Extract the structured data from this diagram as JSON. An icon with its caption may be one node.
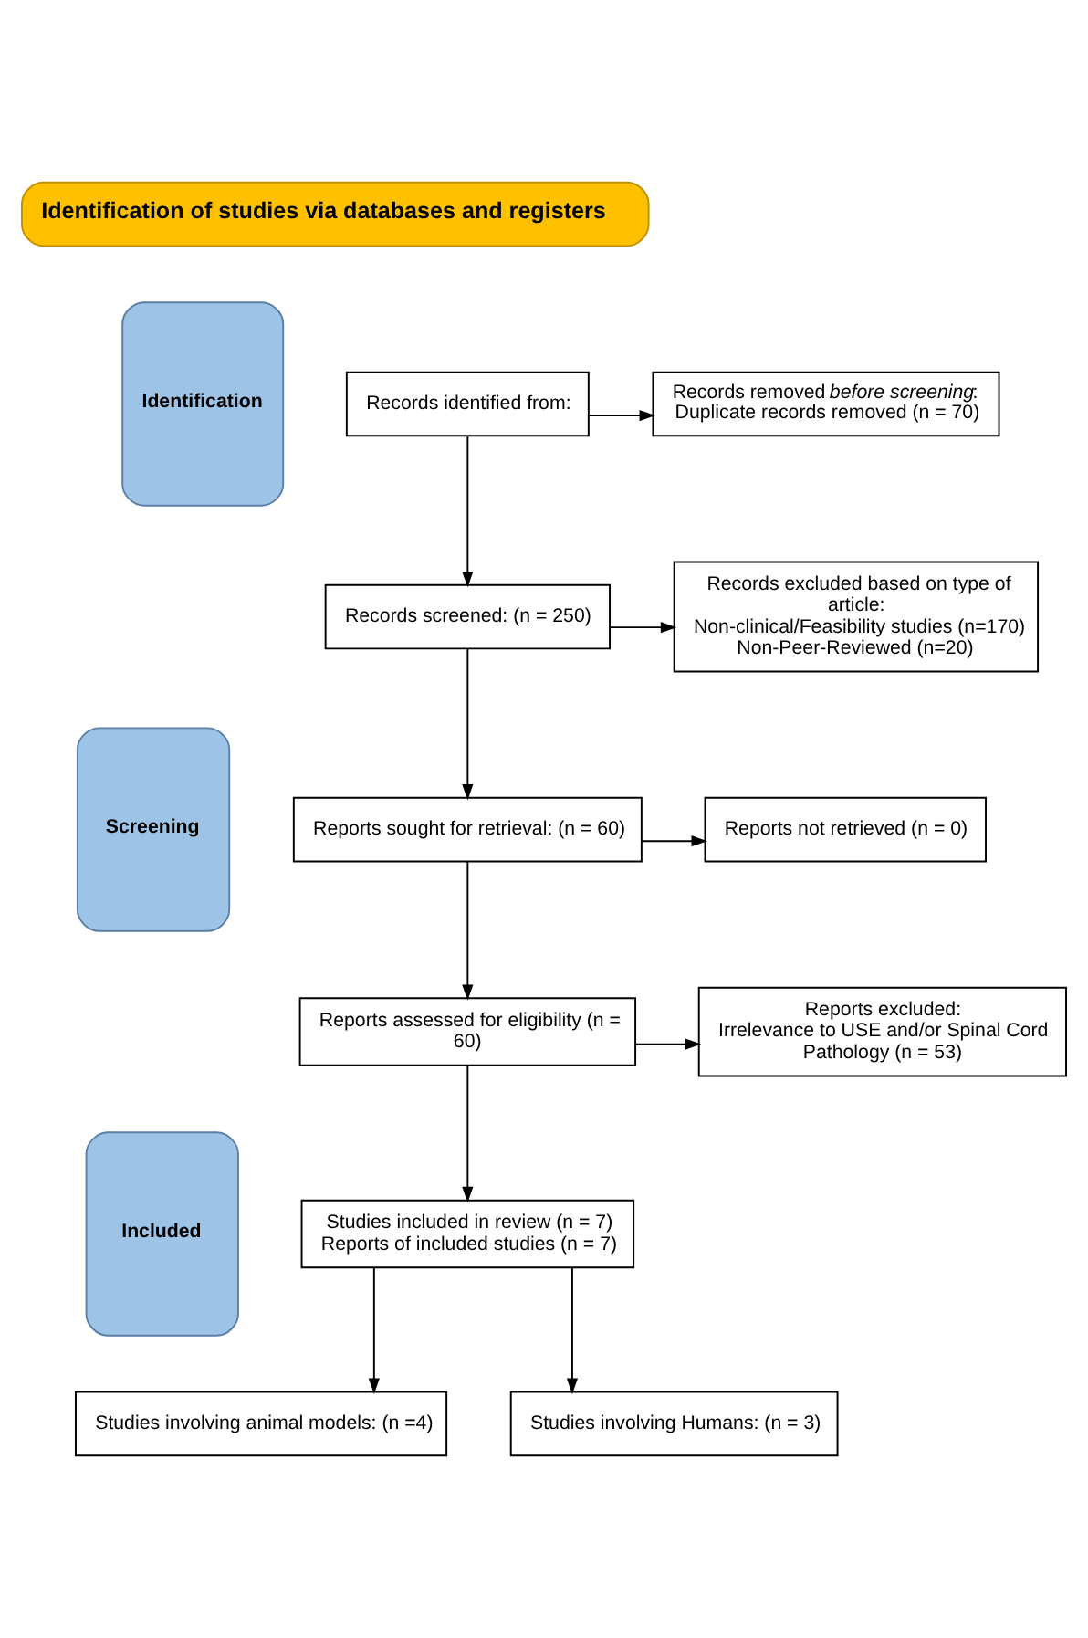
{
  "diagram": {
    "nodes": [
      {
        "text": [
          "Identification of studies via databases and registers"
        ]
      },
      {
        "text": [
          "Identification"
        ]
      },
      {
        "text": [
          "Screening"
        ]
      },
      {
        "text": [
          "Included"
        ]
      },
      {
        "text": [
          "Records identified from:"
        ]
      },
      {
        "text": [
          "Records removed *before screening*:",
          "Duplicate records removed (n = 70)"
        ]
      },
      {
        "text": [
          "Records screened: (n = 250)"
        ]
      },
      {
        "text": [
          "Records excluded based on type of article:",
          "Non-clinical/Feasibility studies (n=170)",
          "Non-Peer-Reviewed (n=20)"
        ]
      },
      {
        "text": [
          "Reports sought for retrieval: (n = 60)"
        ]
      },
      {
        "text": [
          "Reports not retrieved (n = 0)"
        ]
      },
      {
        "text": [
          "Reports assessed for eligibility (n = 60)"
        ]
      },
      {
        "text": [
          "Reports excluded:",
          "Irrelevance to USE and/or Spinal Cord Pathology (n = 53)"
        ]
      },
      {
        "text": [
          "Studies included in review (n = 7)",
          "Reports of included studies (n = 7)"
        ]
      },
      {
        "text": [
          "Studies involving animal models: (n =4)"
        ]
      },
      {
        "text": [
          "Studies involving Humans: (n = 3)"
        ]
      }
    ],
    "edges": [
      {
        "from": 4,
        "to": 5,
        "arrow": "to"
      },
      {
        "from": 4,
        "to": 6,
        "arrow": "to"
      },
      {
        "from": 6,
        "to": 7,
        "arrow": "to"
      },
      {
        "from": 6,
        "to": 8,
        "arrow": "to"
      },
      {
        "from": 8,
        "to": 9,
        "arrow": "to"
      },
      {
        "from": 8,
        "to": 10,
        "arrow": "to"
      },
      {
        "from": 10,
        "to": 11,
        "arrow": "to"
      },
      {
        "from": 10,
        "to": 12,
        "arrow": "to"
      },
      {
        "from": 12,
        "to": 13,
        "arrow": "to"
      },
      {
        "from": 12,
        "to": 14,
        "arrow": "to"
      }
    ]
  }
}
